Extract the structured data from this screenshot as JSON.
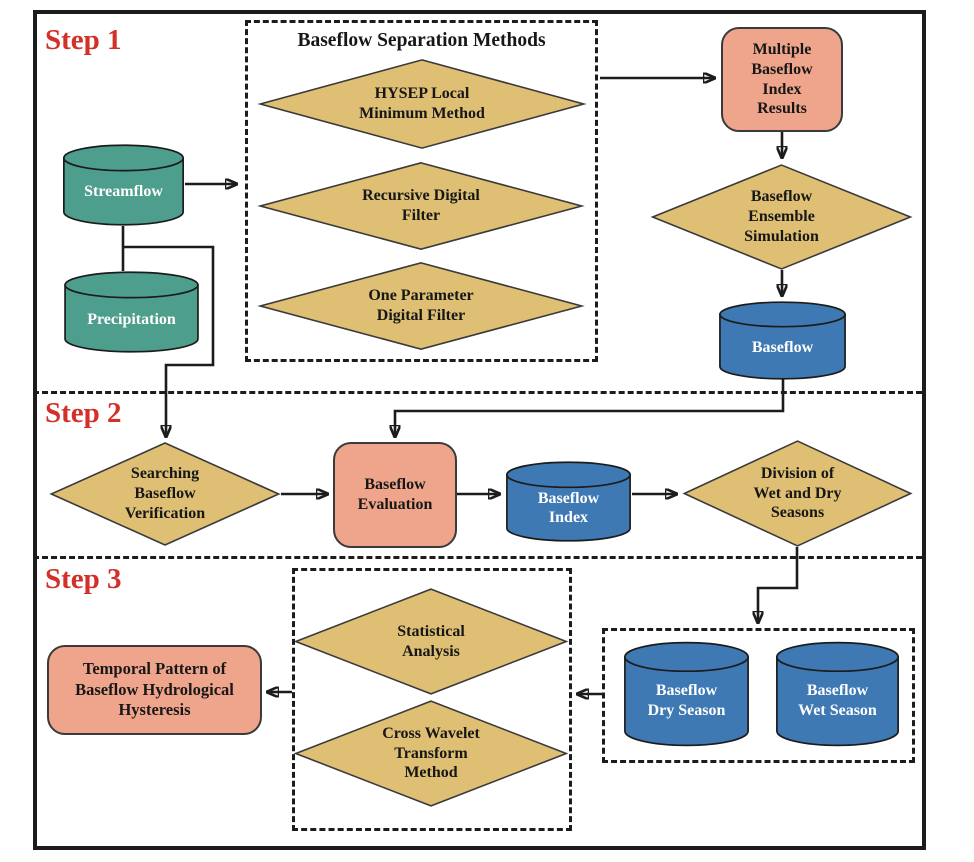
{
  "figure_type": "flowchart",
  "colors": {
    "line": "#1c1c1c",
    "teal": "#4d9e8d",
    "gold": "#debf74",
    "salmon": "#efa58b",
    "blue": "#3e79b4",
    "red": "#d3302a"
  },
  "steps": {
    "step1": "Step 1",
    "step2": "Step 2",
    "step3": "Step 3"
  },
  "groups": {
    "separation_methods_title": "Baseflow Separation Methods"
  },
  "nodes": {
    "streamflow": {
      "shape": "cylinder",
      "color": "teal",
      "label": "Streamflow"
    },
    "precipitation": {
      "shape": "cylinder",
      "color": "teal",
      "label": "Precipitation"
    },
    "hysep": {
      "shape": "diamond",
      "color": "gold",
      "label": "HYSEP Local\nMinimum Method"
    },
    "recursive": {
      "shape": "diamond",
      "color": "gold",
      "label": "Recursive Digital\nFilter"
    },
    "one_parameter": {
      "shape": "diamond",
      "color": "gold",
      "label": "One Parameter\nDigital Filter"
    },
    "multiple_results": {
      "shape": "rounded-rect",
      "color": "salmon",
      "label": "Multiple\nBaseflow\nIndex\nResults"
    },
    "ensemble": {
      "shape": "diamond",
      "color": "gold",
      "label": "Baseflow\nEnsemble\nSimulation"
    },
    "baseflow": {
      "shape": "cylinder",
      "color": "blue",
      "label": "Baseflow"
    },
    "searching": {
      "shape": "diamond",
      "color": "gold",
      "label": "Searching\nBaseflow\nVerification"
    },
    "evaluation": {
      "shape": "rounded-rect",
      "color": "salmon",
      "label": "Baseflow\nEvaluation"
    },
    "baseflow_index": {
      "shape": "cylinder",
      "color": "blue",
      "label": "Baseflow\nIndex"
    },
    "division": {
      "shape": "diamond",
      "color": "gold",
      "label": "Division of\nWet and Dry\nSeasons"
    },
    "statistical": {
      "shape": "diamond",
      "color": "gold",
      "label": "Statistical\nAnalysis"
    },
    "cross_wavelet": {
      "shape": "diamond",
      "color": "gold",
      "label": "Cross Wavelet\nTransform\nMethod"
    },
    "temporal": {
      "shape": "rounded-rect",
      "color": "salmon",
      "label": "Temporal Pattern of\nBaseflow Hydrological\nHysteresis"
    },
    "dry_season": {
      "shape": "cylinder",
      "color": "blue",
      "label": "Baseflow\nDry Season"
    },
    "wet_season": {
      "shape": "cylinder",
      "color": "blue",
      "label": "Baseflow\nWet Season"
    }
  },
  "edges": [
    {
      "from": "streamflow",
      "to": "separation_methods_box"
    },
    {
      "from": "streamflow",
      "to": "precipitation"
    },
    {
      "from": "streamflow_precipitation",
      "to": "searching"
    },
    {
      "from": "separation_methods_box",
      "to": "multiple_results"
    },
    {
      "from": "multiple_results",
      "to": "ensemble"
    },
    {
      "from": "ensemble",
      "to": "baseflow"
    },
    {
      "from": "baseflow",
      "to": "evaluation"
    },
    {
      "from": "searching",
      "to": "evaluation"
    },
    {
      "from": "evaluation",
      "to": "baseflow_index"
    },
    {
      "from": "baseflow_index",
      "to": "division"
    },
    {
      "from": "division",
      "to": "dry_wet_box"
    },
    {
      "from": "dry_wet_box",
      "to": "step3_methods_box"
    },
    {
      "from": "step3_methods_box",
      "to": "temporal"
    }
  ]
}
